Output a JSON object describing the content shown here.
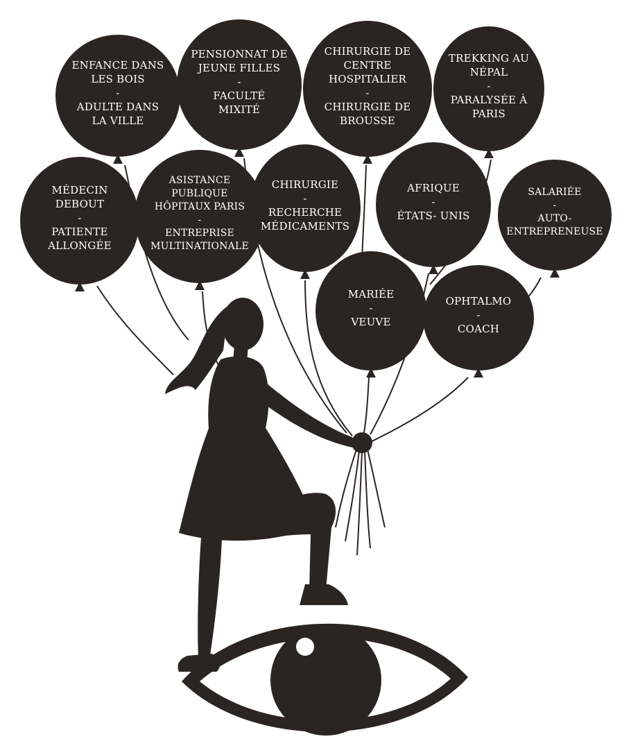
{
  "colors": {
    "ink": "#2a2523",
    "paper": "#ffffff",
    "text": "#ffffff"
  },
  "balloons": [
    {
      "lines_a": [
        "ENFANCE DANS",
        "LES BOIS"
      ],
      "sep": "-",
      "lines_b": [
        "ADULTE DANS",
        "LA VILLE"
      ]
    },
    {
      "lines_a": [
        "PENSIONNAT DE",
        "JEUNE FILLES"
      ],
      "sep": "-",
      "lines_b": [
        "FACULTÉ",
        "MIXITÉ"
      ]
    },
    {
      "lines_a": [
        "CHIRURGIE DE",
        "CENTRE",
        "HOSPITALIER"
      ],
      "sep": "-",
      "lines_b": [
        "CHIRURGIE DE",
        "BROUSSE"
      ]
    },
    {
      "lines_a": [
        "TREKKING AU",
        "NÉPAL"
      ],
      "sep": "-",
      "lines_b": [
        "PARALYSÉE À",
        "PARIS"
      ]
    },
    {
      "lines_a": [
        "MÉDECIN",
        "DEBOUT"
      ],
      "sep": "-",
      "lines_b": [
        "PATIENTE",
        "ALLONGÉE"
      ]
    },
    {
      "lines_a": [
        "ASISTANCE",
        "PUBLIQUE",
        "HÔPITAUX PARIS"
      ],
      "sep": "-",
      "lines_b": [
        "ENTREPRISE",
        "MULTINATIONALE"
      ]
    },
    {
      "lines_a": [
        "CHIRURGIE"
      ],
      "sep": "-",
      "lines_b": [
        "RECHERCHE",
        "MÉDICAMENTS"
      ]
    },
    {
      "lines_a": [
        "AFRIQUE"
      ],
      "sep": "-",
      "lines_b": [
        "ÉTATS- UNIS"
      ]
    },
    {
      "lines_a": [
        "SALARIÉE"
      ],
      "sep": "-",
      "lines_b": [
        "AUTO-",
        "ENTREPRENEUSE"
      ]
    },
    {
      "lines_a": [
        "MARIÉE"
      ],
      "sep": "-",
      "lines_b": [
        "VEUVE"
      ]
    },
    {
      "lines_a": [
        "OPHTALMO"
      ],
      "sep": "-",
      "lines_b": [
        "COACH"
      ]
    }
  ]
}
